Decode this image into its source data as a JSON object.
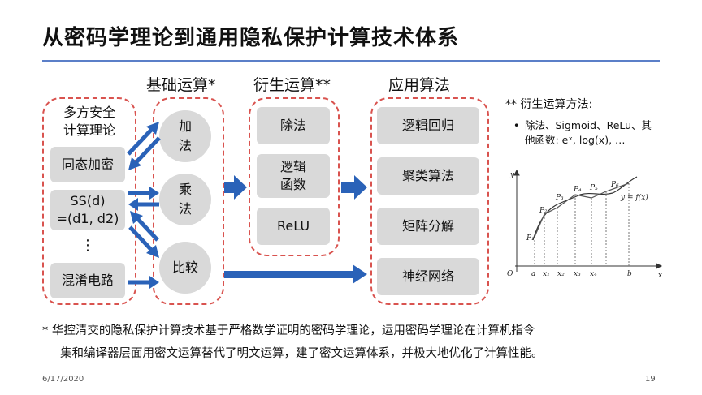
{
  "title": "从密码学理论到通用隐私保护计算技术体系",
  "headers": {
    "basic": "基础运算*",
    "derived": "衍生运算**",
    "application": "应用算法"
  },
  "left_panel": {
    "label_line1": "多方安全",
    "label_line2": "计算理论",
    "item_he": "同态加密",
    "item_ss_line1": "SS(d)",
    "item_ss_line2": "=(d1, d2)",
    "ellipsis": "⋮",
    "item_gc": "混淆电路"
  },
  "basic_ops": {
    "add_line1": "加",
    "add_line2": "法",
    "mul_line1": "乘",
    "mul_line2": "法",
    "compare": "比较"
  },
  "derived_ops": {
    "division": "除法",
    "logic_line1": "逻辑",
    "logic_line2": "函数",
    "relu": "ReLU"
  },
  "applications": {
    "logistic": "逻辑回归",
    "clustering": "聚类算法",
    "matrix": "矩阵分解",
    "nn": "神经网络"
  },
  "side_note": {
    "title": "** 衍生运算方法:",
    "bullet": "•",
    "line1": "除法、Sigmoid、ReLu、其",
    "line2": "他函数: eˣ, log(x), …"
  },
  "plot": {
    "y_axis": "y",
    "x_axis": "x",
    "origin": "O",
    "curve_label": "y = f(x)",
    "points": [
      "P₁",
      "P₂",
      "P₃",
      "P₄",
      "P₅",
      "P₆"
    ],
    "ticks": [
      "a",
      "x₁",
      "x₂",
      "x₃",
      "x₄",
      "b"
    ]
  },
  "footnote": {
    "line1": "* 华控清交的隐私保护计算技术基于严格数学证明的密码学理论，运用密码学理论在计算机指令",
    "line2": "集和编译器层面用密文运算替代了明文运算，建了密文运算体系，并极大地优化了计算性能。"
  },
  "footer": {
    "date": "6/17/2020",
    "page": "19"
  },
  "colors": {
    "arrow": "#2a62b8",
    "dash": "#d9534f",
    "box": "#d9d9d9",
    "rule": "#5b7fc8"
  }
}
